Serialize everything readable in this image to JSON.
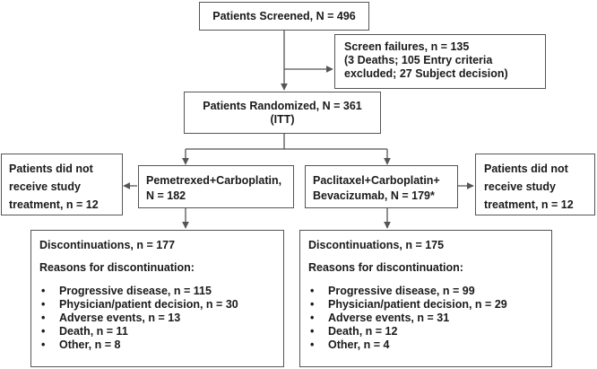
{
  "screened": {
    "text": "Patients Screened, N = 496"
  },
  "screen_failures": {
    "lines": [
      "Screen failures, n = 135",
      "(3 Deaths; 105 Entry criteria",
      "excluded; 27 Subject decision)"
    ]
  },
  "randomized": {
    "lines": [
      "Patients Randomized, N = 361",
      "(ITT)"
    ]
  },
  "no_treatment_left": {
    "lines": [
      "Patients did not",
      "receive study",
      "treatment, n = 12"
    ]
  },
  "no_treatment_right": {
    "lines": [
      "Patients did not",
      "receive study",
      "treatment, n = 12"
    ]
  },
  "arm_left": {
    "lines": [
      "Pemetrexed+Carboplatin,",
      "N = 182"
    ]
  },
  "arm_right": {
    "lines": [
      "Paclitaxel+Carboplatin+",
      "Bevacizumab, N = 179*"
    ]
  },
  "discontinuations_left": {
    "title": "Discontinuations, n = 177",
    "reasons_heading": "Reasons for discontinuation:",
    "bullet": "•",
    "reasons": [
      "Progressive disease, n = 115",
      "Physician/patient decision, n = 30",
      "Adverse events, n = 13",
      "Death, n = 11",
      "Other, n = 8"
    ]
  },
  "discontinuations_right": {
    "title": "Discontinuations, n = 175",
    "reasons_heading": "Reasons for discontinuation:",
    "bullet": "•",
    "reasons": [
      "Progressive disease, n = 99",
      "Physician/patient decision, n = 29",
      "Adverse events, n = 31",
      "Death, n = 12",
      "Other, n = 4"
    ]
  },
  "colors": {
    "line": "#555555",
    "text": "#1a1a1a",
    "border": "#555555"
  }
}
